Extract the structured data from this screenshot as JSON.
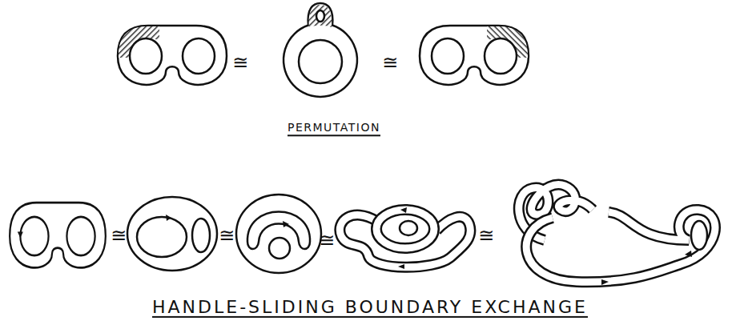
{
  "diagram": {
    "labels": [
      "≅",
      "≅",
      "PERMUTATION",
      "≅",
      "≅",
      "≅",
      "≅",
      "HANDLE-SLIDING BOUNDARY EXCHANGE"
    ]
  }
}
